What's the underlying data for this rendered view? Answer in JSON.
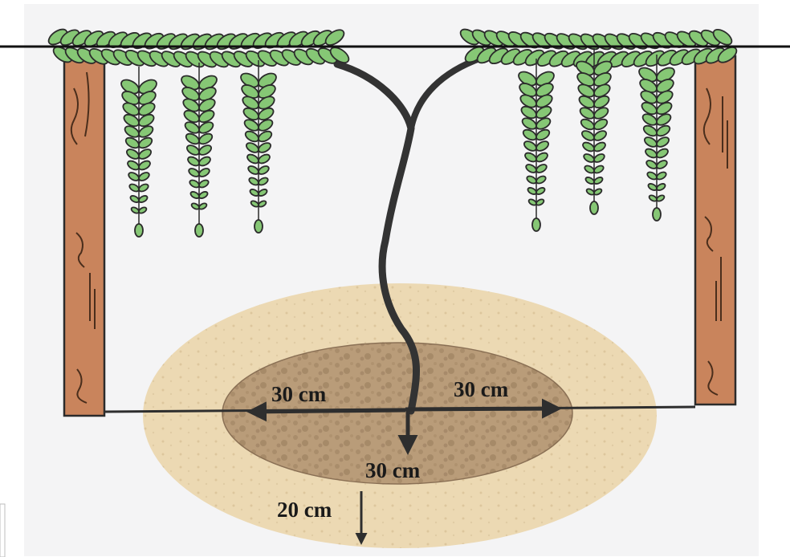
{
  "labels": {
    "width_left": "30 cm",
    "width_right": "30 cm",
    "depth_pit": "30 cm",
    "depth_extra": "20 cm"
  },
  "colors": {
    "panel": "#f4f4f5",
    "soil_outer": "#ecd9b3",
    "soil_inner": "#b99c79",
    "post": "#c9845c",
    "trunk": "#333333",
    "leaf": "#86c775",
    "leaf_outline": "#2b2b2b"
  }
}
